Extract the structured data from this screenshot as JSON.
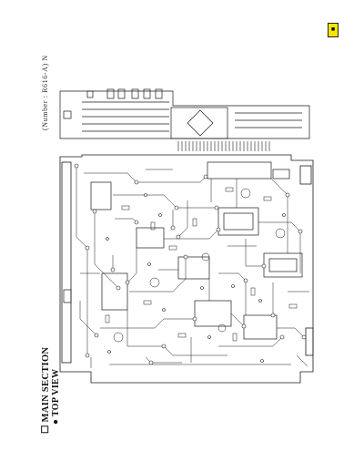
{
  "section": {
    "title": "☐ MAIN SECTION",
    "subtitle": "● TOP VIEW"
  },
  "pcb": {
    "number": "(Number : R616-A) N"
  },
  "marker": {
    "label": "■",
    "color": "#f5e500"
  },
  "colors": {
    "trace": "#1a1a1a",
    "paper": "#ffffff"
  }
}
